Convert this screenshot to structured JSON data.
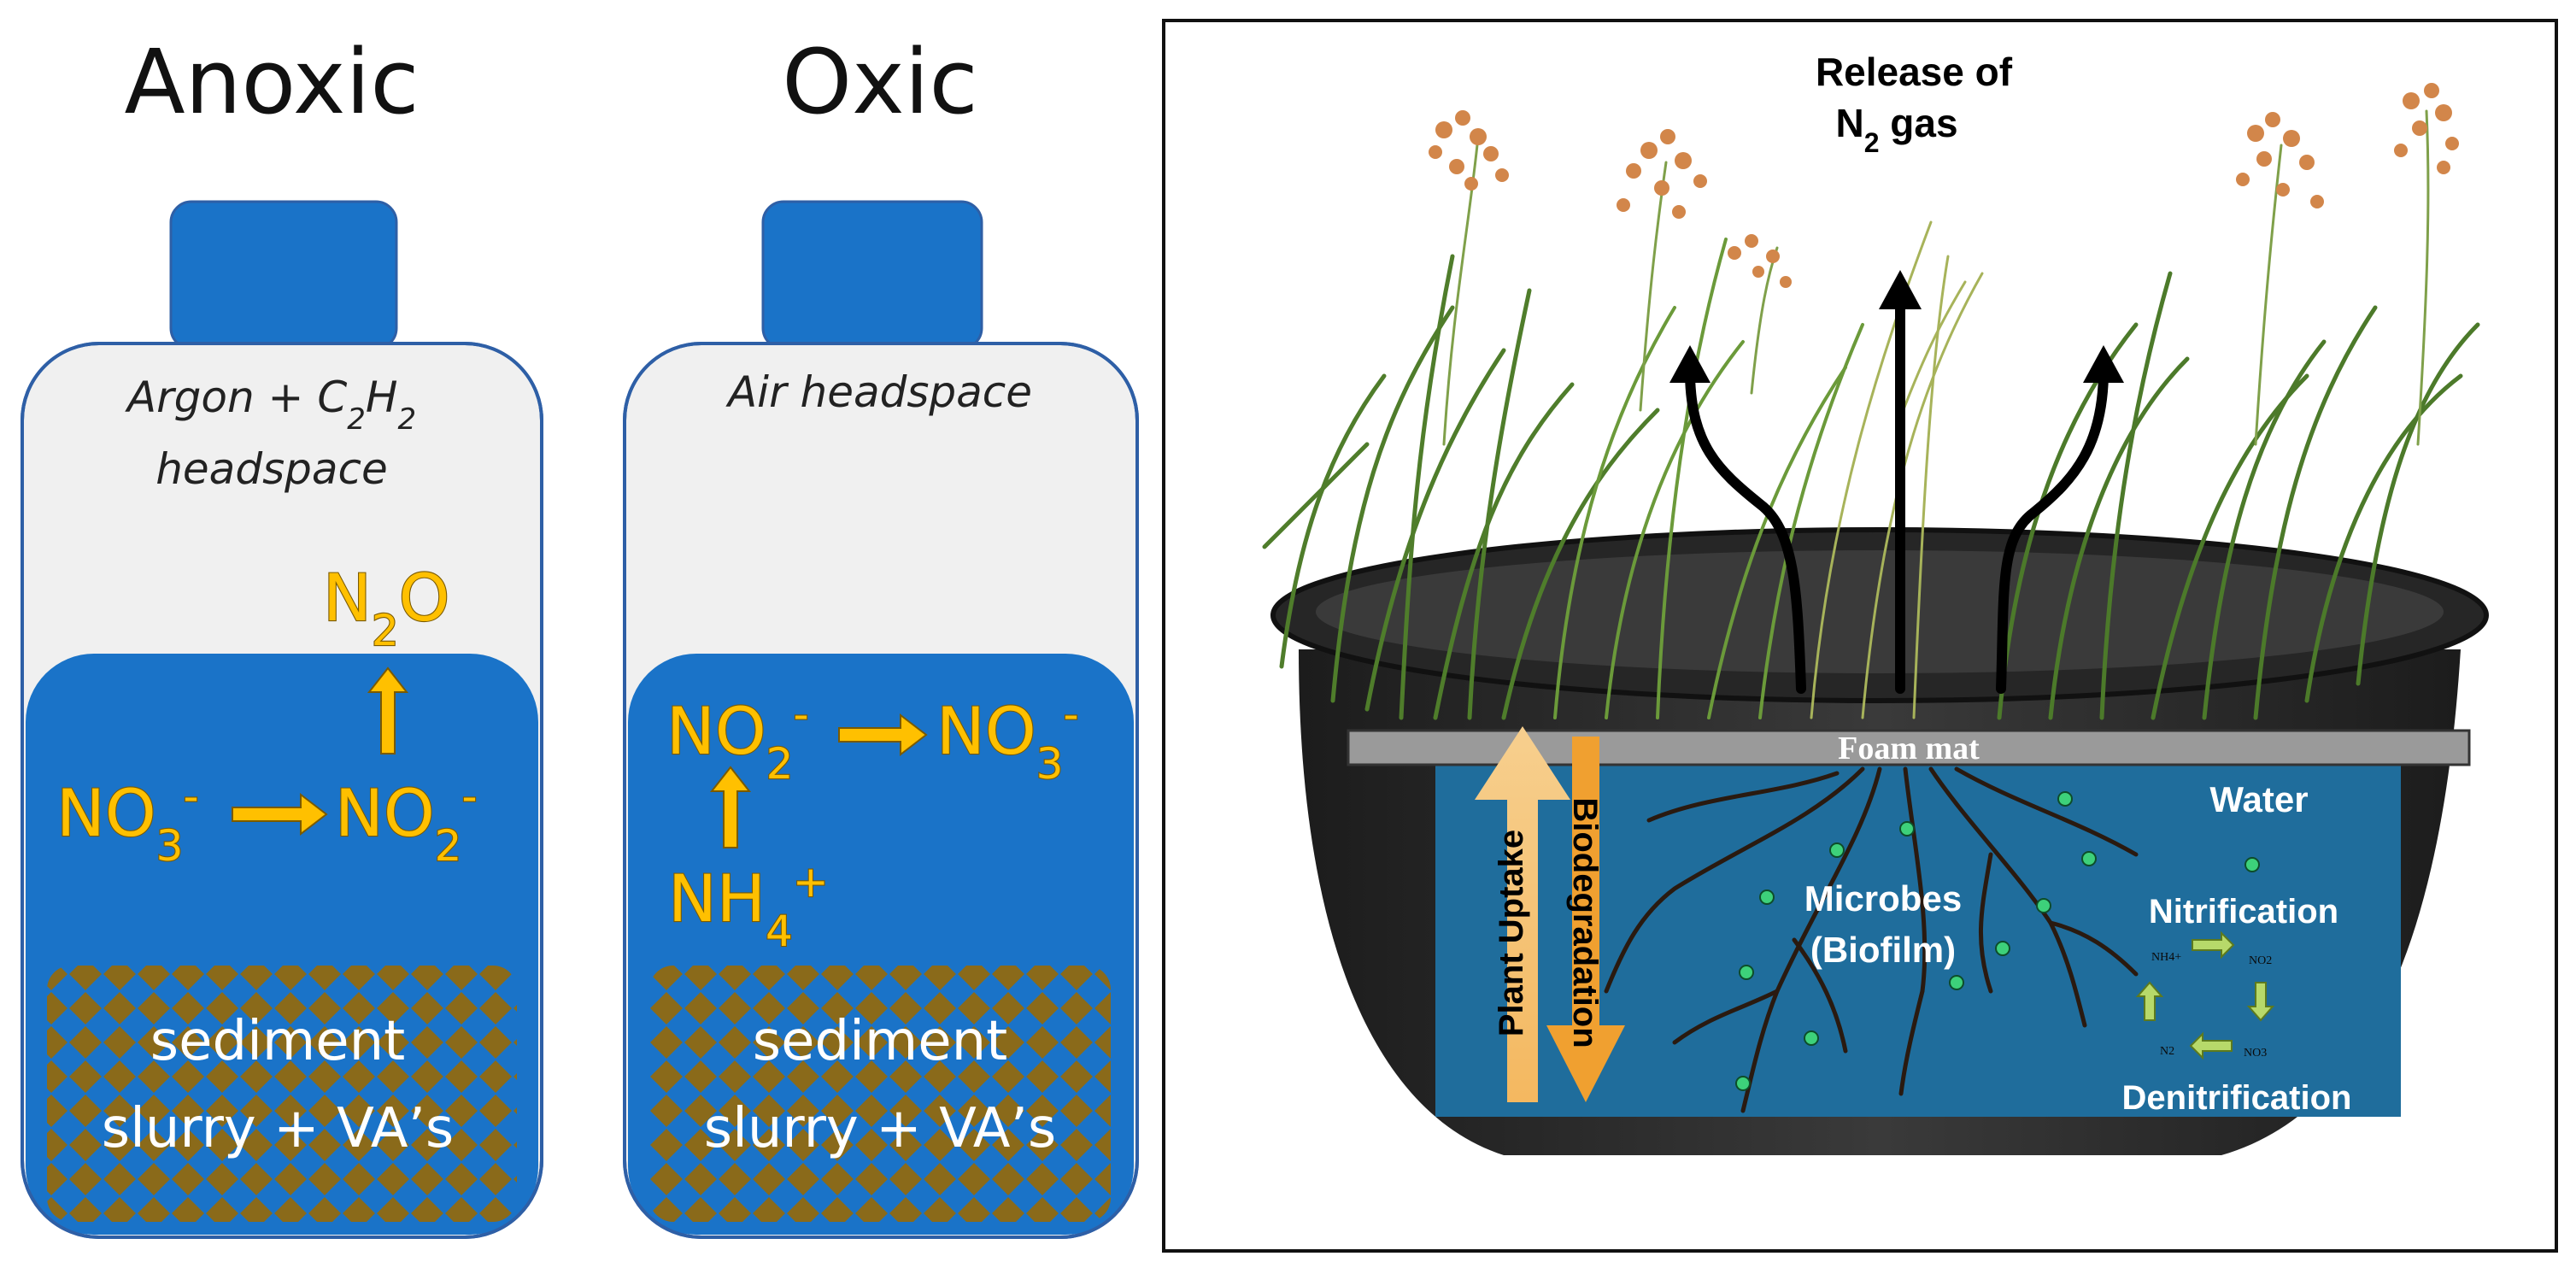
{
  "left_panel": {
    "anoxic": {
      "title": "Anoxic",
      "headspace_line1": "Argon + C",
      "headspace_sub1": "2",
      "headspace_mid": "H",
      "headspace_sub2": "2",
      "headspace_line2": "headspace",
      "n2o_n": "N",
      "n2o_sub": "2",
      "n2o_o": "O",
      "no3": "NO",
      "no3_sub": "3",
      "no3_sup": "-",
      "no2": "NO",
      "no2_sub": "2",
      "no2_sup": "-",
      "sediment_line1": "sediment",
      "sediment_line2": "slurry + VA’s"
    },
    "oxic": {
      "title": "Oxic",
      "headspace": "Air headspace",
      "no2": "NO",
      "no2_sub": "2",
      "no2_sup": "-",
      "no3": "NO",
      "no3_sub": "3",
      "no3_sup": "-",
      "nh4": "NH",
      "nh4_sub": "4",
      "nh4_sup": "+",
      "sediment_line1": "sediment",
      "sediment_line2": "slurry + VA’s"
    }
  },
  "right_panel": {
    "release_line1": "Release of",
    "release_n": "N",
    "release_sub": "2",
    "release_gas": " gas",
    "foam_mat": "Foam mat",
    "water": "Water",
    "plant_uptake": "Plant Uptake",
    "biodegradation": "Biodegradation",
    "microbes_line1": "Microbes",
    "microbes_line2": "(Biofilm)",
    "nitrification": "Nitrification",
    "denitrification": "Denitrification",
    "cycle_nh4": "NH4+",
    "cycle_no2": "NO2",
    "cycle_n2": "N2",
    "cycle_no3": "NO3"
  },
  "colors": {
    "bottle_blue": "#1a73c8",
    "bottle_border": "#2e5fa6",
    "headspace_gray": "#f0f0f0",
    "chem_yellow": "#ffc000",
    "sediment_brown": "#8a6a1a",
    "water_blue": "#1f6d9c",
    "pot_dark": "#2e2e2e",
    "uptake_arrow": "#f5c88a",
    "biodeg_arrow": "#f0a030"
  }
}
